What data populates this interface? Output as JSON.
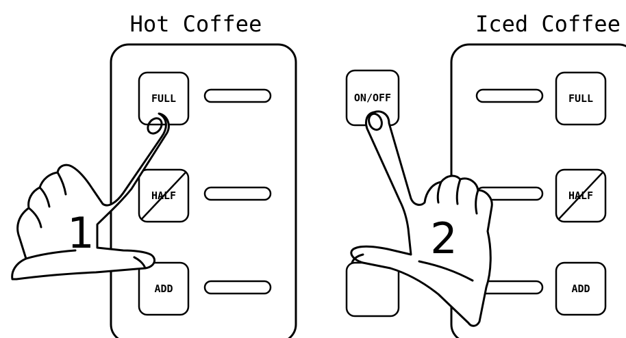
{
  "titles": {
    "hot": "Hot Coffee",
    "iced": "Iced Coffee"
  },
  "buttons": {
    "full": "FULL",
    "half": "HALF",
    "add": "ADD",
    "on_off": "ON/OFF"
  },
  "steps": {
    "step1": "1",
    "step2": "2"
  }
}
